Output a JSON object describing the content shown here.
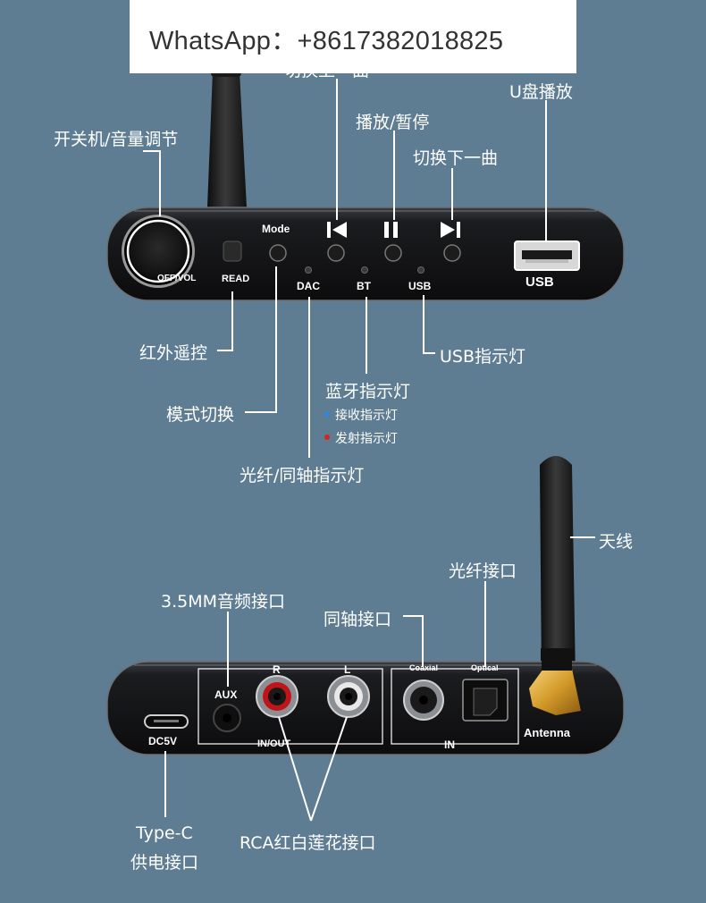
{
  "banner": {
    "text": "WhatsApp：+8617382018825"
  },
  "top_device": {
    "labels": {
      "prev_track": "切换上一曲",
      "usb_playback": "U盘播放",
      "play_pause": "播放/暂停",
      "power_volume": "开关机/音量调节",
      "next_track": "切换下一曲",
      "ir_remote": "红外遥控",
      "usb_indicator": "USB指示灯",
      "bt_indicator": "蓝牙指示灯",
      "receive_indicator": "接收指示灯",
      "transmit_indicator": "发射指示灯",
      "mode_switch": "模式切换",
      "optical_coax_indicator": "光纤/同轴指示灯"
    },
    "device_text": {
      "off_vol": "OFF/VOL",
      "read": "READ",
      "mode": "Mode",
      "dac": "DAC",
      "bt": "BT",
      "usb_small": "USB",
      "usb_port": "USB"
    },
    "colors": {
      "receive_dot": "#2f86d8",
      "transmit_dot": "#e02020"
    }
  },
  "bottom_device": {
    "labels": {
      "antenna": "天线",
      "optical_port": "光纤接口",
      "aux_port": "3.5MM音频接口",
      "coax_port": "同轴接口",
      "type_c_line1": "Type-C",
      "type_c_line2": "供电接口",
      "rca_port": "RCA红白莲花接口"
    },
    "device_text": {
      "aux": "AUX",
      "r": "R",
      "l": "L",
      "in_out": "IN/OUT",
      "coaxial": "Coaxial",
      "optical": "Optical",
      "in": "IN",
      "antenna": "Antenna",
      "dc5v": "DC5V"
    }
  }
}
